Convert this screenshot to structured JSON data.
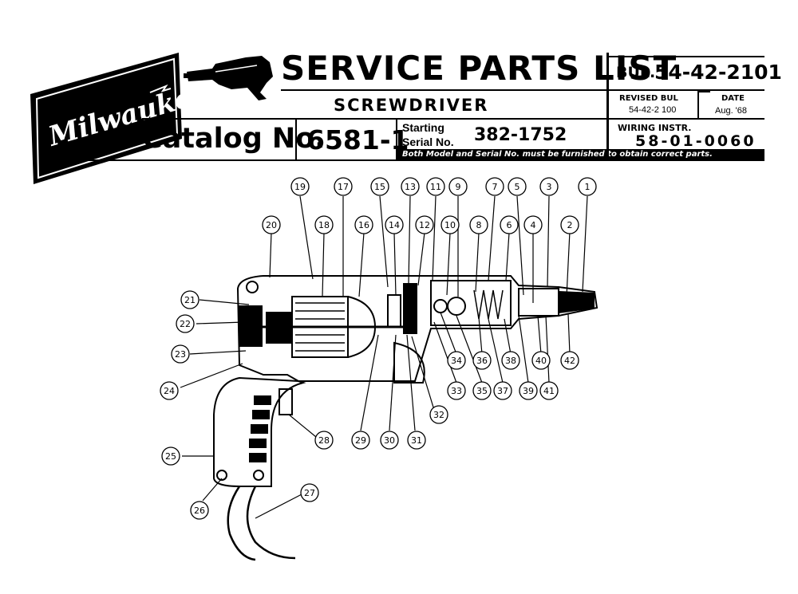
{
  "brand": {
    "logo_text": "Milwaukee"
  },
  "header": {
    "title": "SERVICE PARTS LIST",
    "subtitle": "SCREWDRIVER",
    "catalog_label": "Catalog No.",
    "catalog_number": "6581-1",
    "starting_label": "Starting",
    "serial_label": "Serial No.",
    "serial_number": "382-1752",
    "bul_label": "BUL.",
    "bul_number": "54-42-2101",
    "revised_label": "REVISED BUL",
    "revised_number": "54-42-2 100",
    "date_label": "DATE",
    "date_value": "Aug. '68",
    "wiring_label": "WIRING INSTR.",
    "wiring_number": "58-01-0060",
    "notice": "Both Model and Serial No. must be furnished to obtain correct parts."
  },
  "callouts": [
    "1",
    "2",
    "3",
    "4",
    "5",
    "6",
    "7",
    "8",
    "9",
    "10",
    "11",
    "12",
    "13",
    "14",
    "15",
    "16",
    "17",
    "18",
    "19",
    "20",
    "21",
    "22",
    "23",
    "24",
    "25",
    "26",
    "27",
    "28",
    "29",
    "30",
    "31",
    "32",
    "33",
    "34",
    "35",
    "36",
    "37",
    "38",
    "39",
    "40",
    "41",
    "42"
  ],
  "colors": {
    "ink": "#000000",
    "paper": "#ffffff"
  }
}
